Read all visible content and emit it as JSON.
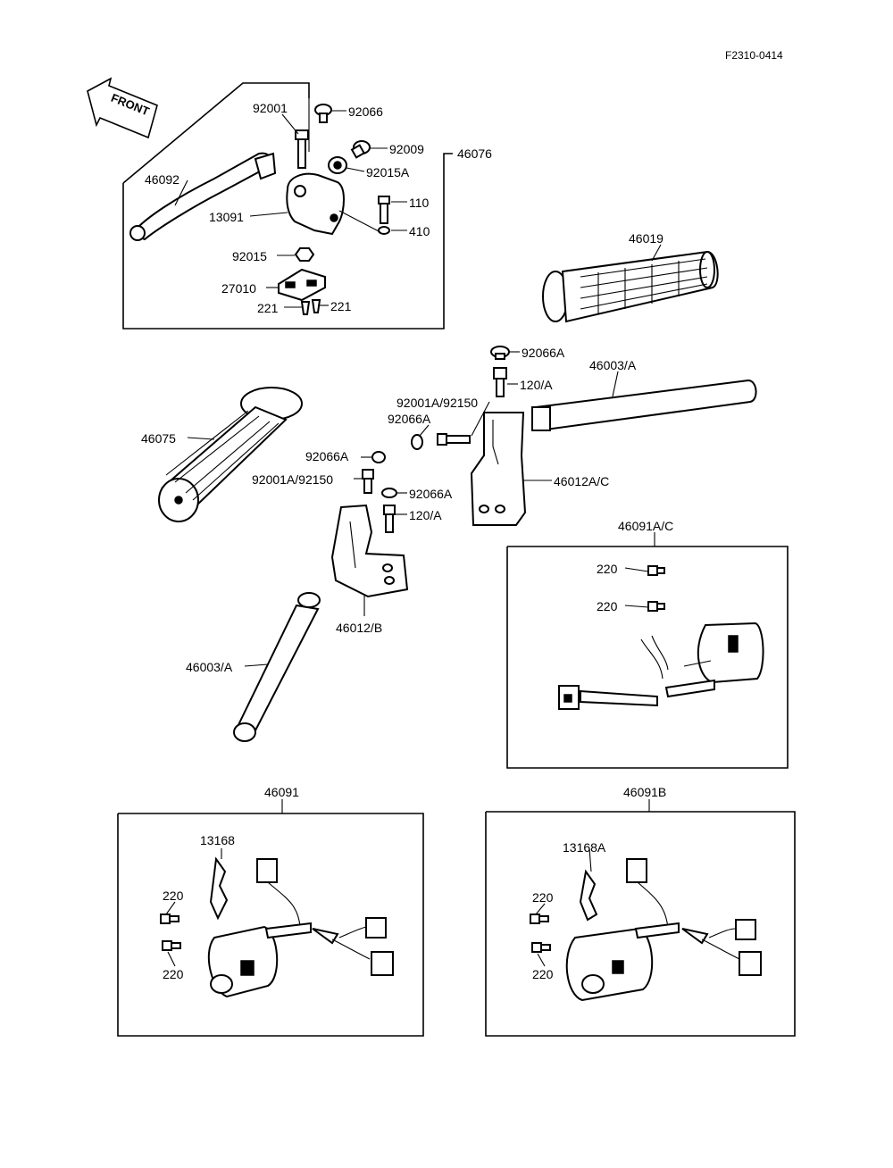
{
  "figure_ref": "F2310-0414",
  "front_arrow": "FRONT",
  "parts": [
    {
      "number": "92001"
    },
    {
      "number": "92066"
    },
    {
      "number": "92009"
    },
    {
      "number": "92015A"
    },
    {
      "number": "46076"
    },
    {
      "number": "46092"
    },
    {
      "number": "13091"
    },
    {
      "number": "110"
    },
    {
      "number": "410"
    },
    {
      "number": "92015"
    },
    {
      "number": "27010"
    },
    {
      "number": "221"
    },
    {
      "number": "221"
    },
    {
      "number": "46019"
    },
    {
      "number": "92066A"
    },
    {
      "number": "46003/A"
    },
    {
      "number": "120/A"
    },
    {
      "number": "92001A/92150"
    },
    {
      "number": "92066A"
    },
    {
      "number": "46075"
    },
    {
      "number": "92066A"
    },
    {
      "number": "92001A/92150"
    },
    {
      "number": "46012A/C"
    },
    {
      "number": "92066A"
    },
    {
      "number": "120/A"
    },
    {
      "number": "46091A/C"
    },
    {
      "number": "220"
    },
    {
      "number": "220"
    },
    {
      "number": "46012/B"
    },
    {
      "number": "46003/A"
    },
    {
      "number": "46091"
    },
    {
      "number": "46091B"
    },
    {
      "number": "13168"
    },
    {
      "number": "13168A"
    },
    {
      "number": "220"
    },
    {
      "number": "220"
    },
    {
      "number": "220"
    },
    {
      "number": "220"
    }
  ]
}
